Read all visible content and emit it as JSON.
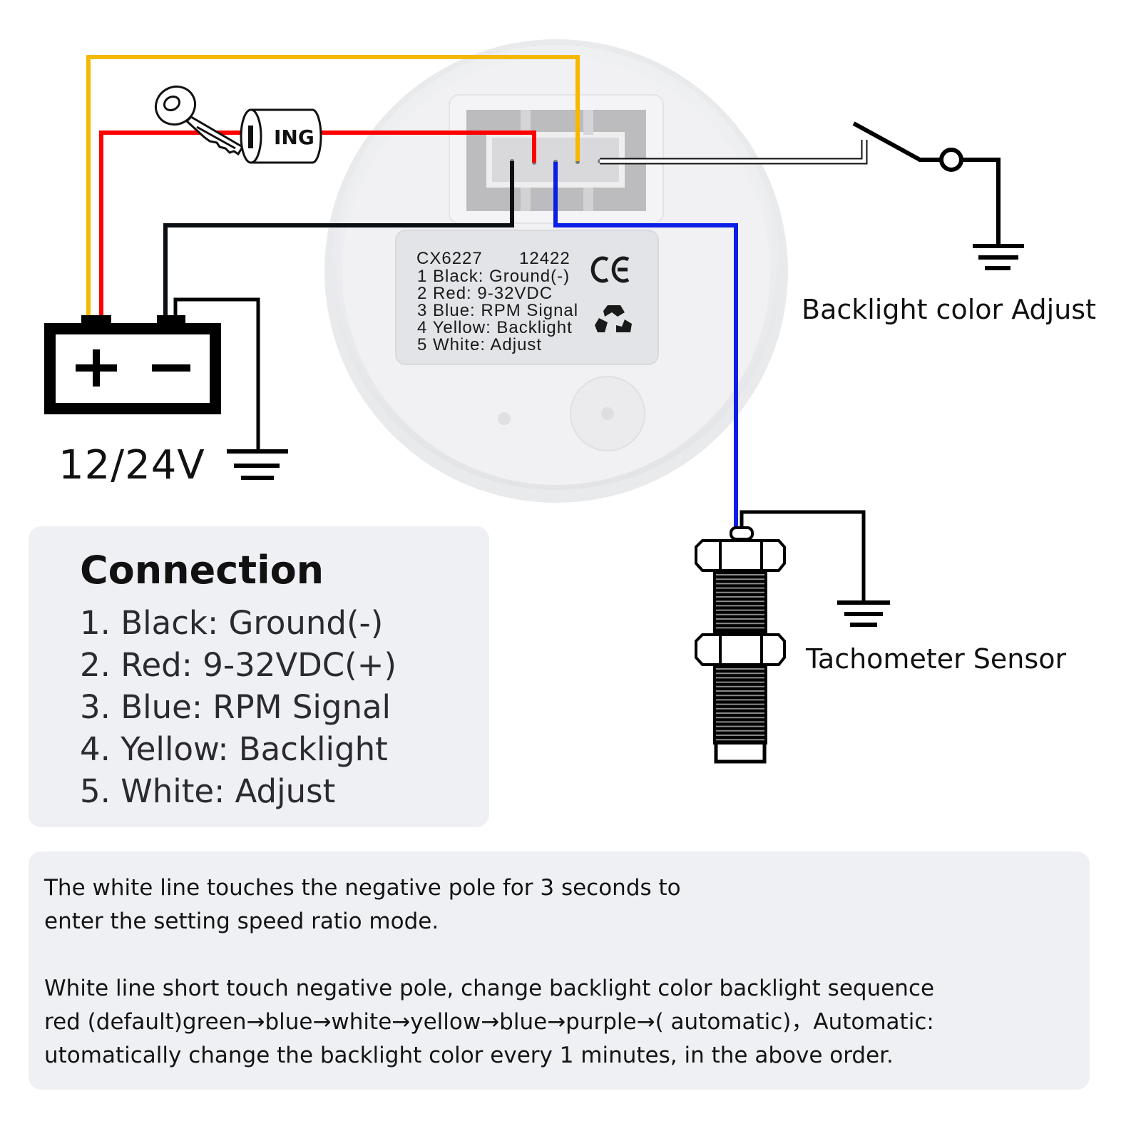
{
  "diagram": {
    "title": "Tachometer wiring diagram",
    "wire_colors": {
      "black": "#0a0f14",
      "red": "#ff0000",
      "blue": "#0a1ee6",
      "yellow": "#f5b800",
      "white": "#ffffff"
    },
    "ignition": {
      "label": "ING"
    },
    "battery": {
      "plus_symbol": "+",
      "minus_symbol": "−",
      "voltage_label": "12/24V"
    },
    "gauge_label": {
      "model": "CX6227",
      "code": "12422",
      "lines": [
        "1 Black: Ground(-)",
        "2 Red: 9-32VDC",
        "3 Blue: RPM Signal",
        "4 Yellow: Backlight",
        "5 White: Adjust"
      ],
      "ce_mark": "CE",
      "recycle_icon": "recycle-icon"
    },
    "backlight_switch_label": "Backlight color Adjust",
    "sensor_label": "Tachometer Sensor"
  },
  "connection": {
    "title": "Connection",
    "items": [
      "1. Black: Ground(-)",
      "2. Red: 9-32VDC(+)",
      "3. Blue: RPM Signal",
      "4. Yellow: Backlight",
      "5. White: Adjust"
    ]
  },
  "notes": {
    "note_1": "The white line touches the negative pole for 3 seconds to\nenter the setting speed ratio mode.",
    "note_2": "White line short touch negative pole, change backlight color backlight sequence\nred (default)green→blue→white→yellow→blue→purple→( automatic)，Automatic:\nutomatically change the backlight color every 1 minutes, in the above order."
  }
}
